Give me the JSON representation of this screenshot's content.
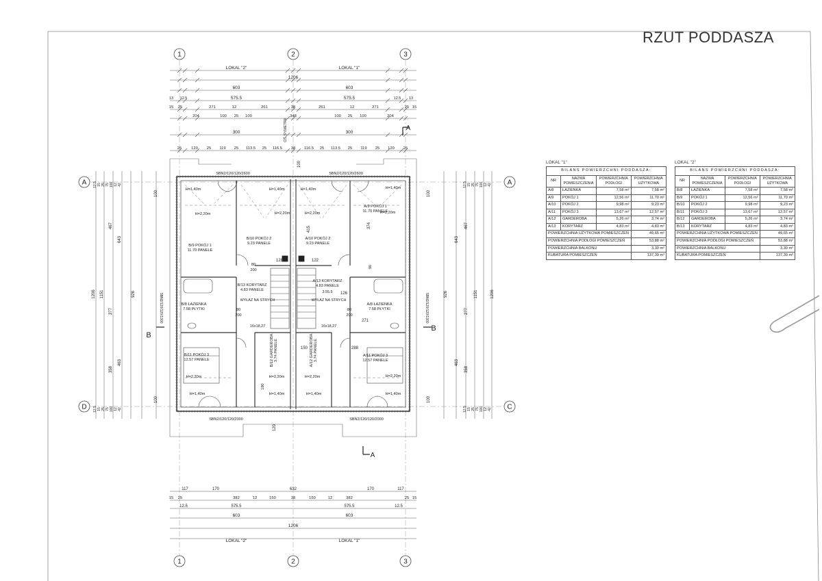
{
  "drawing": {
    "title": "RZUT PODDASZA",
    "axes": {
      "vertical": [
        "1",
        "2",
        "3"
      ],
      "horizontal": [
        "A",
        "D"
      ],
      "right_labels": [
        "A",
        "C"
      ],
      "section_marks": [
        "A",
        "B"
      ]
    },
    "units": [
      "LOKAL \"2\"",
      "LOKAL \"1\""
    ],
    "symmetry_label": "OŚ SYMETRII",
    "dims_top": {
      "overall": "1206",
      "halves": [
        "603",
        "603"
      ],
      "inner": [
        "575.5",
        "575.5"
      ],
      "edge_a": [
        "13",
        "12.5",
        "12.5",
        "13"
      ],
      "row3": [
        "15",
        "25",
        "271",
        "12",
        "261",
        "38",
        "261",
        "12",
        "271",
        "25",
        "15"
      ],
      "row4": [
        "204",
        "100",
        "25",
        "100",
        "348",
        "100",
        "25",
        "100",
        "204"
      ],
      "stair": [
        "300",
        "300"
      ],
      "row5": [
        "25",
        "120",
        "25",
        "119",
        "25",
        "113.5",
        "25",
        "116.5",
        "38",
        "116.5",
        "25",
        "113.5",
        "25",
        "119",
        "25",
        "120",
        "25"
      ]
    },
    "dims_bottom": {
      "row1": [
        "117",
        "170",
        "632",
        "170",
        "117"
      ],
      "row2": [
        "15",
        "25",
        "382",
        "12",
        "150",
        "38",
        "150",
        "12",
        "382",
        "25",
        "15"
      ],
      "inner": [
        "12.5",
        "575.5",
        "575.5",
        "12.5"
      ],
      "halves": [
        "603",
        "603"
      ],
      "overall": "1206"
    },
    "dims_sides": {
      "overall": "1206",
      "inner": "1151",
      "segments_left": [
        "643",
        "467",
        "277",
        "463",
        "358"
      ],
      "segments_right": [
        "643",
        "467",
        "926",
        "277",
        "463",
        "358"
      ],
      "small": [
        "12.5",
        "15",
        "25",
        "75",
        "100",
        "12",
        "42",
        "926"
      ]
    },
    "wall_labels": [
      "SBN2/120/120/2600",
      "SBN2/120/120/2600",
      "SBN2/120/120/2000",
      "SBN2/120/120/2000",
      "SBN2/120/120/1300",
      "SBN2/120/120/1300"
    ],
    "rooms": [
      {
        "code": "B/9",
        "name": "POKÓJ 1",
        "area": "11.70",
        "finish": "PANELE"
      },
      {
        "code": "B/10",
        "name": "POKÓJ 2",
        "area": "9.23",
        "finish": "PANELE"
      },
      {
        "code": "A/10",
        "name": "POKÓJ 2",
        "area": "9.23",
        "finish": "PANELE"
      },
      {
        "code": "A/9",
        "name": "POKÓJ 1",
        "area": "11.70",
        "finish": "PANELE"
      },
      {
        "code": "B/8",
        "name": "ŁAZIENKA",
        "area": "7.58",
        "finish": "PŁYTKI"
      },
      {
        "code": "A/8",
        "name": "ŁAZIENKA",
        "area": "7.58",
        "finish": "PŁYTKI"
      },
      {
        "code": "B/13",
        "name": "KORYTARZ",
        "area": "4.83",
        "finish": "PANELE"
      },
      {
        "code": "A/13",
        "name": "KORYTARZ",
        "area": "4.83",
        "finish": "PANELE"
      },
      {
        "code": "B/11",
        "name": "POKÓJ 3",
        "area": "12.57",
        "finish": "PANELE"
      },
      {
        "code": "A/11",
        "name": "POKÓJ 3",
        "area": "12.57",
        "finish": "PANELE"
      },
      {
        "code": "B/12",
        "name": "GARDEROBA",
        "area": "3.74",
        "finish": "PANELE"
      },
      {
        "code": "A/12",
        "name": "GARDEROBA",
        "area": "3.74",
        "finish": "PANELE"
      }
    ],
    "heights": [
      "H=1,40m",
      "H=2,20m"
    ],
    "stair_text": [
      "WYŁAZ NA STRYCH",
      "16x18,27",
      "3.55.5",
      "126",
      "122",
      "128",
      "288",
      "150",
      "190",
      "415",
      "374",
      "90",
      "80",
      "200",
      "271",
      "120",
      "100"
    ]
  },
  "tables": [
    {
      "caption": "LOKAL \"1\"",
      "title": "BILANS POWIERZCHNI PODDASZA:",
      "headers": [
        "NR",
        "NAZWA POMIESZCZENIA",
        "POWIERZCHNIA PODŁOGI",
        "POWIERZCHNIA UŻYTKOWA"
      ],
      "rows": [
        [
          "A/8",
          "ŁAZIENKA",
          "7,58 m²",
          "7,58 m²"
        ],
        [
          "A/9",
          "POKÓJ 1",
          "12,56 m²",
          "11,70 m²"
        ],
        [
          "A/10",
          "POKÓJ 2",
          "9,98 m²",
          "9,23 m²"
        ],
        [
          "A/11",
          "POKÓJ 3",
          "13,67 m²",
          "12,57 m²"
        ],
        [
          "A/12",
          "GARDEROBA",
          "5,26 m²",
          "3,74 m²"
        ],
        [
          "A/13",
          "KORYTARZ",
          "4,83 m²",
          "4,83 m²"
        ]
      ],
      "summary": [
        [
          "POWIERZCHNIA UŻYTKOWA POMIESZCZEŃ",
          "49,65 m²"
        ],
        [
          "POWIERZCHNIA PODŁOGI POMIESZCZEŃ",
          "53,88 m²"
        ],
        [
          "POWIERZCHNIA BALKONU",
          "3,30 m²"
        ],
        [
          "KUBATURA POMIESZCZEŃ",
          "137,39 m³"
        ]
      ]
    },
    {
      "caption": "LOKAL \"2\"",
      "title": "BILANS POWIERZCHNI PODDASZA:",
      "headers": [
        "NR",
        "NAZWA POMIESZCZENIA",
        "POWIERZCHNIA PODŁOGI",
        "POWIERZCHNIA UŻYTKOWA"
      ],
      "rows": [
        [
          "B/8",
          "ŁAZIENKA",
          "7,58 m²",
          "7,58 m²"
        ],
        [
          "B/9",
          "POKÓJ 1",
          "12,56 m²",
          "11,70 m²"
        ],
        [
          "B/10",
          "POKÓJ 2",
          "9,98 m²",
          "9,23 m²"
        ],
        [
          "B/11",
          "POKÓJ 3",
          "13,67 m²",
          "12,57 m²"
        ],
        [
          "B/12",
          "GARDEROBA",
          "5,26 m²",
          "3,74 m²"
        ],
        [
          "B/13",
          "KORYTARZ",
          "4,83 m²",
          "4,83 m²"
        ]
      ],
      "summary": [
        [
          "POWIERZCHNIA UŻYTKOWA POMIESZCZEŃ",
          "49,65 m²"
        ],
        [
          "POWIERZCHNIA PODŁOGI POMIESZCZEŃ",
          "53,88 m²"
        ],
        [
          "POWIERZCHNIA BALKONU",
          "3,30 m²"
        ],
        [
          "KUBATURA POMIESZCZEŃ",
          "137,39 m³"
        ]
      ]
    }
  ]
}
